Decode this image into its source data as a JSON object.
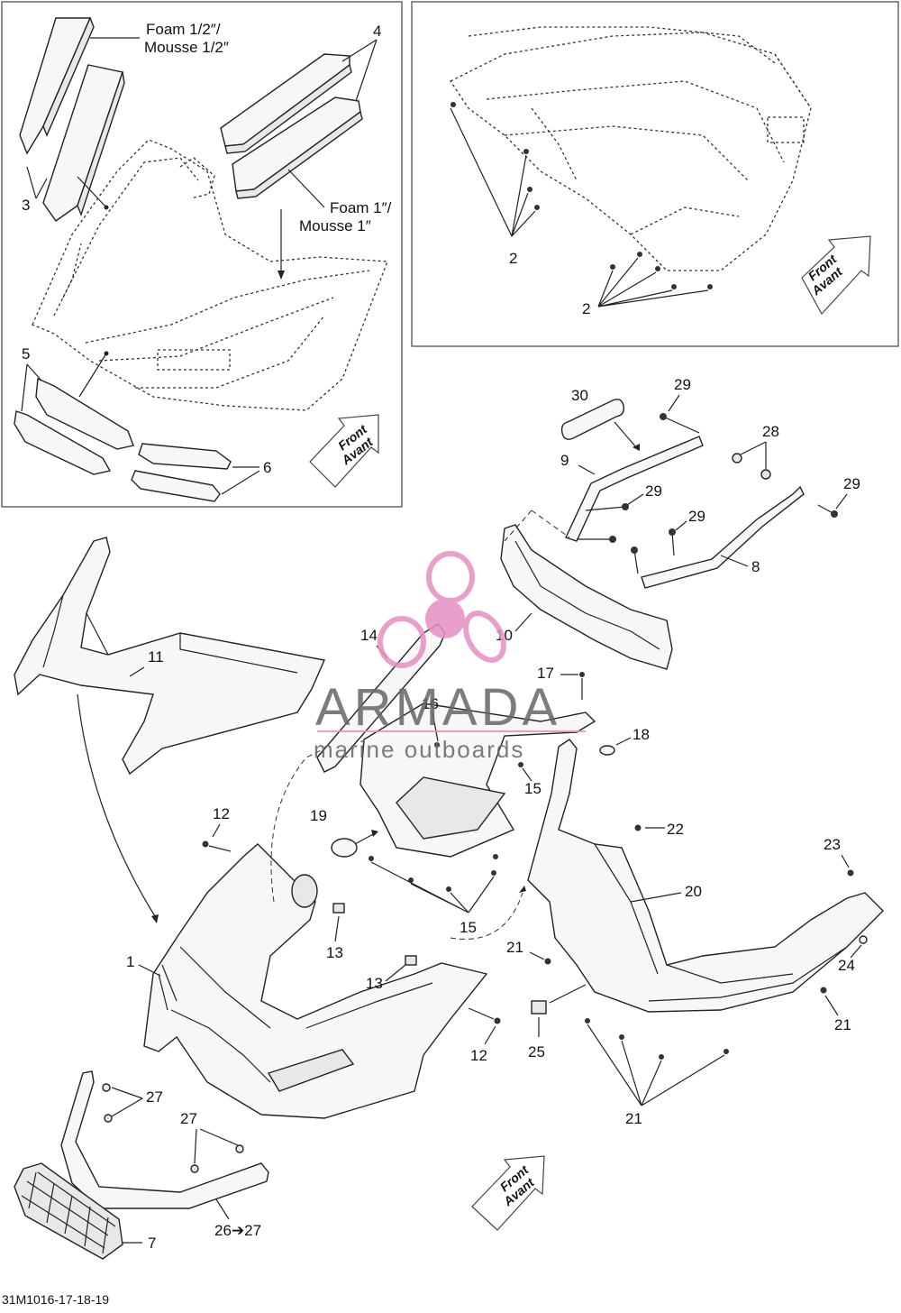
{
  "inset_left": {
    "foam_half_label": [
      "Foam 1/2″/",
      "Mousse 1/2″"
    ],
    "foam_one_label": [
      "Foam 1″/",
      "Mousse 1″"
    ],
    "callouts": {
      "c3": "3",
      "c4": "4",
      "c5": "5",
      "c6": "6"
    },
    "front_arrow": [
      "Front",
      "Avant"
    ]
  },
  "inset_right": {
    "callouts": {
      "c2a": "2",
      "c2b": "2"
    },
    "front_arrow": [
      "Front",
      "Avant"
    ]
  },
  "main": {
    "callouts": {
      "c1": "1",
      "c7": "7",
      "c8": "8",
      "c9": "9",
      "c10": "10",
      "c11": "11",
      "c12a": "12",
      "c12b": "12",
      "c13a": "13",
      "c13b": "13",
      "c14": "14",
      "c15a": "15",
      "c15b": "15",
      "c16": "16",
      "c17": "17",
      "c18": "18",
      "c19": "19",
      "c20": "20",
      "c21a": "21",
      "c21b": "21",
      "c21c": "21",
      "c22": "22",
      "c23": "23",
      "c24": "24",
      "c25": "25",
      "c26": "26➔27",
      "c27a": "27",
      "c27b": "27",
      "c28": "28",
      "c29a": "29",
      "c29b": "29",
      "c29c": "29",
      "c29d": "29",
      "c30": "30"
    },
    "front_arrow": [
      "Front",
      "Avant"
    ]
  },
  "watermark": {
    "brand": "ARMADA",
    "tagline": "marine outboards",
    "accent_color": "#e58fc0"
  },
  "figure_code": "31M1016-17-18-19"
}
